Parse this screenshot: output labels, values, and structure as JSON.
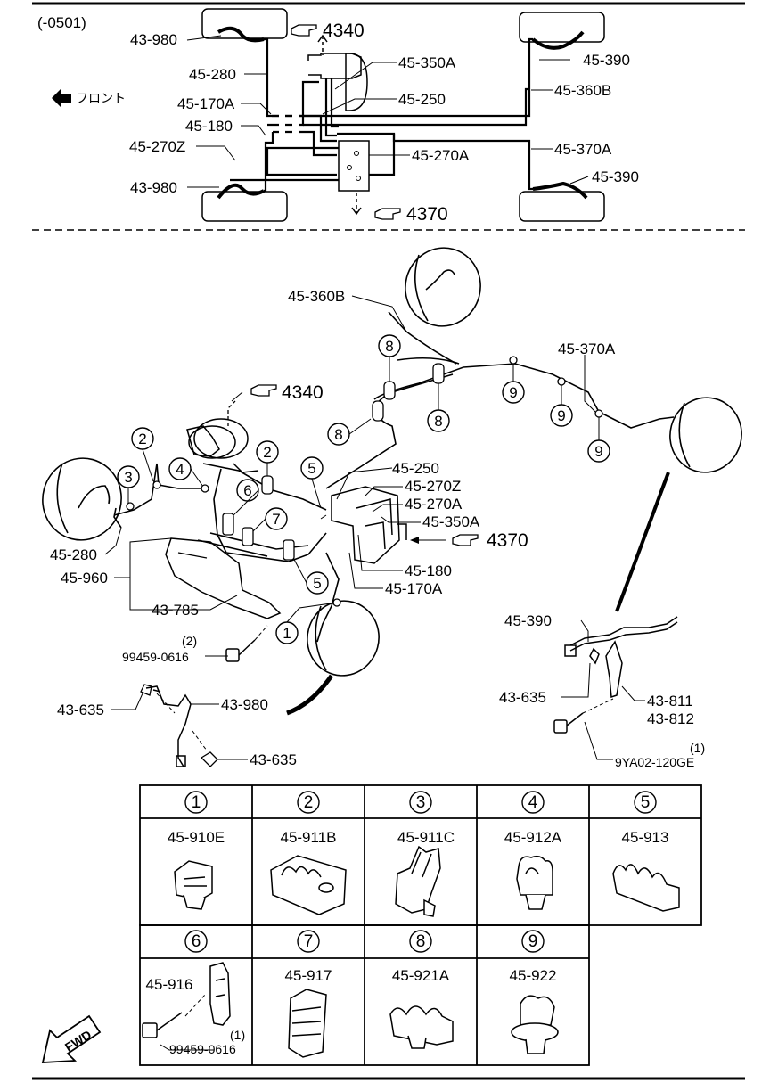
{
  "top": {
    "code": "(-0501)",
    "front": "フロント",
    "labels": {
      "l43980a": "43-980",
      "l45280": "45-280",
      "l45170a": "45-170A",
      "l45180": "45-180",
      "l45270z": "45-270Z",
      "l43980b": "43-980",
      "l4340": "4340",
      "l45350a": "45-350A",
      "l45250": "45-250",
      "l45390a": "45-390",
      "l45360b": "45-360B",
      "l45370a": "45-370A",
      "l45270a": "45-270A",
      "l45390b": "45-390",
      "l4370": "4370"
    }
  },
  "main": {
    "labels": {
      "l45360b": "45-360B",
      "l45370a": "45-370A",
      "l4340": "4340",
      "l45250": "45-250",
      "l45270z": "45-270Z",
      "l45270a": "45-270A",
      "l45350a": "45-350A",
      "l4370": "4370",
      "l45180": "45-180",
      "l45170a": "45-170A",
      "l45280": "45-280",
      "l45960": "45-960",
      "l43785": "43-785",
      "qty2": "(2)",
      "l994590616": "99459-0616",
      "l43635a": "43-635",
      "l43980": "43-980",
      "l43635b": "43-635",
      "l45390": "45-390",
      "l43635c": "43-635",
      "l43811": "43-811",
      "l43812": "43-812",
      "qty1": "(1)",
      "l9ya02": "9YA02-120GE"
    },
    "callouts": {
      "c1": "1",
      "c2a": "2",
      "c2b": "2",
      "c3": "3",
      "c4": "4",
      "c5a": "5",
      "c5b": "5",
      "c6": "6",
      "c7": "7",
      "c8a": "8",
      "c8b": "8",
      "c8c": "8",
      "c9a": "9",
      "c9b": "9",
      "c9c": "9"
    }
  },
  "table": {
    "row1": [
      {
        "num": "1",
        "part": "45-910E"
      },
      {
        "num": "2",
        "part": "45-911B"
      },
      {
        "num": "3",
        "part": "45-911C"
      },
      {
        "num": "4",
        "part": "45-912A"
      },
      {
        "num": "5",
        "part": "45-913"
      }
    ],
    "row2": [
      {
        "num": "6",
        "part": "45-916"
      },
      {
        "num": "7",
        "part": "45-917"
      },
      {
        "num": "8",
        "part": "45-921A"
      },
      {
        "num": "9",
        "part": "45-922"
      }
    ],
    "bolt": {
      "qty": "(1)",
      "part": "99459-0616"
    }
  },
  "fwd": "FWD"
}
